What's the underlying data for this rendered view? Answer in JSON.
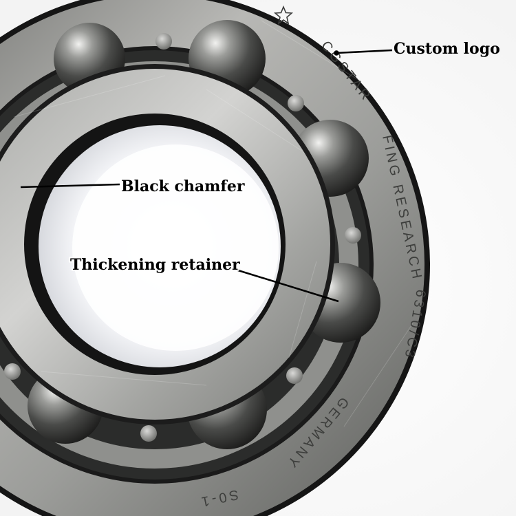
{
  "callouts": {
    "custom_logo": "Custom logo",
    "black_chamfer": "Black chamfer",
    "thickening_retainer": "Thickening retainer"
  },
  "bearing_markings": {
    "brand": "CGSTAR",
    "line_1": "FING RESEARCH",
    "model": "6310/C3",
    "origin": "GERMANY",
    "code": "S0-1"
  },
  "colors": {
    "background": "#ffffff",
    "steel_light": "#c9c9c7",
    "steel_mid": "#8e8f8c",
    "steel_dark": "#3a3b3a",
    "seal_black": "#101010",
    "label_text": "#000000"
  }
}
